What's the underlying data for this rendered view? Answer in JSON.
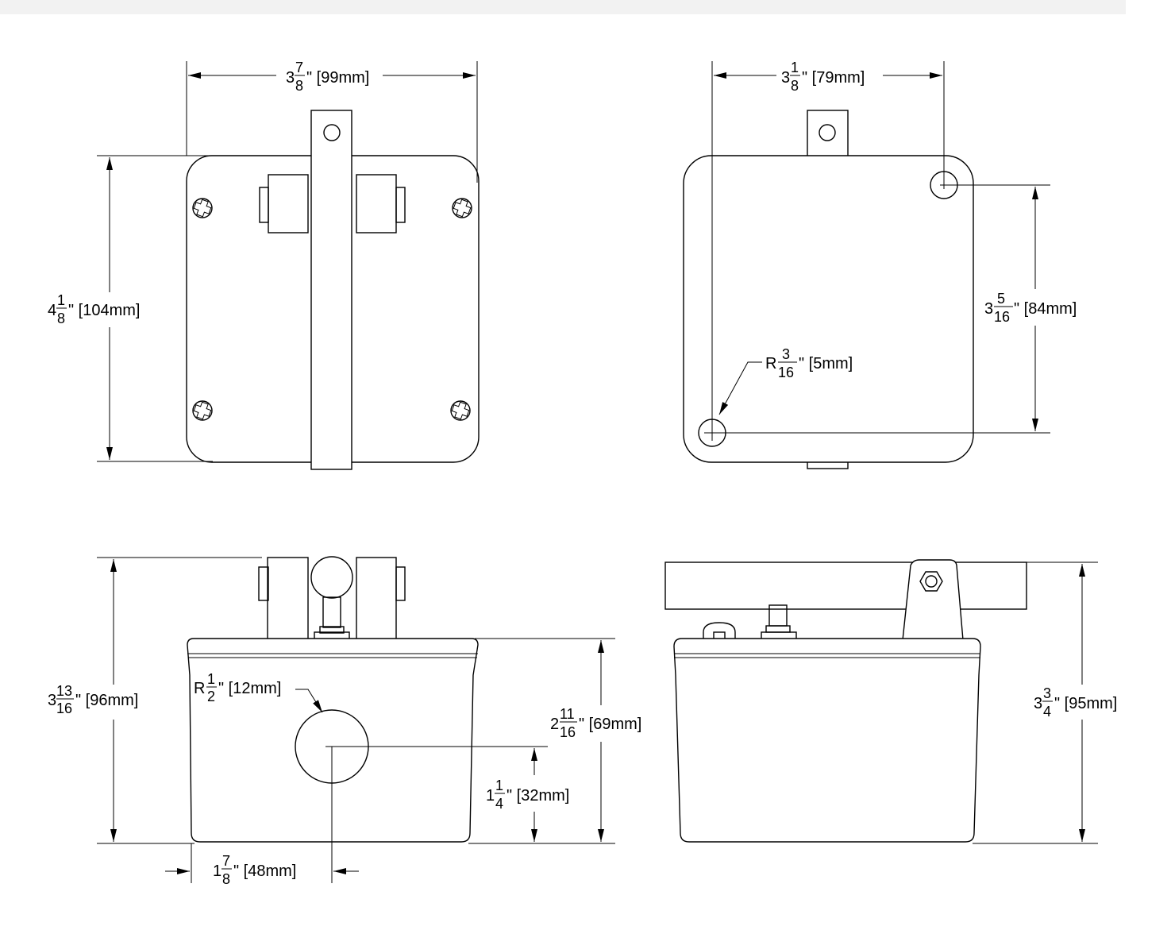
{
  "dimensions": {
    "top_width": {
      "whole": "3",
      "num": "7",
      "den": "8",
      "metric": "\" [99mm]"
    },
    "top_height": {
      "whole": "4",
      "num": "1",
      "den": "8",
      "metric": "\" [104mm]"
    },
    "side_width": {
      "whole": "3",
      "num": "1",
      "den": "8",
      "metric": "\" [79mm]"
    },
    "hole_spacing": {
      "whole": "3",
      "num": "5",
      "den": "16",
      "metric": "\" [84mm]"
    },
    "hole_radius": {
      "whole": "R",
      "num": "3",
      "den": "16",
      "metric": "\" [5mm]"
    },
    "front_height": {
      "whole": "3",
      "num": "13",
      "den": "16",
      "metric": "\" [96mm]"
    },
    "port_radius": {
      "whole": "R",
      "num": "1",
      "den": "2",
      "metric": "\" [12mm]"
    },
    "body_height": {
      "whole": "2",
      "num": "11",
      "den": "16",
      "metric": "\" [69mm]"
    },
    "port_height": {
      "whole": "1",
      "num": "1",
      "den": "4",
      "metric": "\" [32mm]"
    },
    "port_offset": {
      "whole": "1",
      "num": "7",
      "den": "8",
      "metric": "\" [48mm]"
    },
    "side_height": {
      "whole": "3",
      "num": "3",
      "den": "4",
      "metric": "\" [95mm]"
    }
  }
}
